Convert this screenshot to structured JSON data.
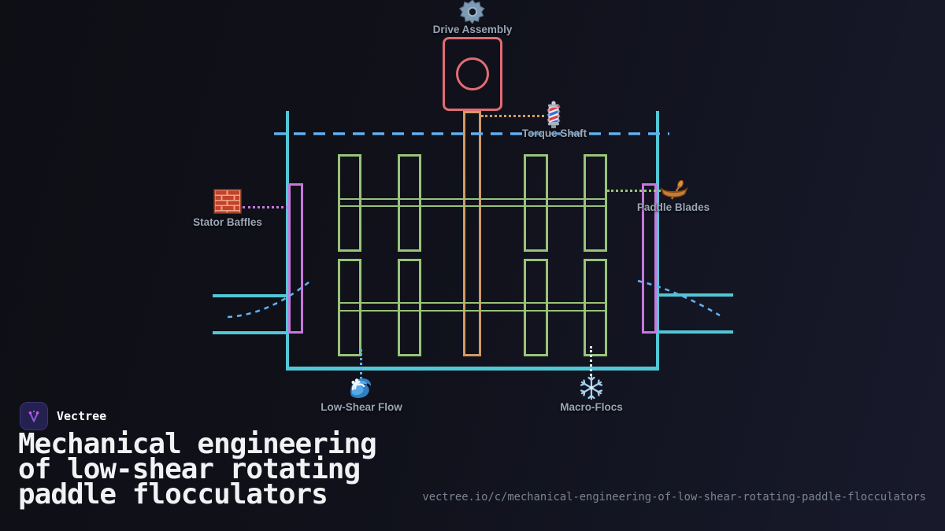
{
  "brand": {
    "name": "Vectree"
  },
  "title": {
    "lines": [
      "Mechanical engineering",
      "of low-shear rotating",
      "paddle flocculators"
    ]
  },
  "url": "vectree.io/c/mechanical-engineering-of-low-shear-rotating-paddle-flocculators",
  "diagram": {
    "labels": {
      "drive_assembly": "Drive Assembly",
      "torque_shaft": "Torque Shaft",
      "stator_baffles": "Stator Baffles",
      "paddle_blades": "Paddle Blades",
      "low_shear_flow": "Low-Shear Flow",
      "macro_flocs": "Macro-Flocs"
    },
    "icons": {
      "drive_assembly": "gear-icon",
      "torque_shaft": "barber-pole-icon",
      "stator_baffles": "brick-icon",
      "paddle_blades": "canoe-icon",
      "low_shear_flow": "wave-icon",
      "macro_flocs": "snowflake-icon"
    },
    "colors": {
      "tank_wall": "#52c7d6",
      "paddle_blade": "#98c379",
      "stator_baffle": "#c678dd",
      "torque_shaft": "#d19a66",
      "drive_assembly": "#e06c75",
      "water_line": "#61afef",
      "floc_dots": "#dfe3e8",
      "background_left": "#0e0f15",
      "background_right": "#181a2c",
      "label_text": "#9aa6b6",
      "title_text": "#f1f2f4",
      "url_text": "#7b8392"
    }
  }
}
